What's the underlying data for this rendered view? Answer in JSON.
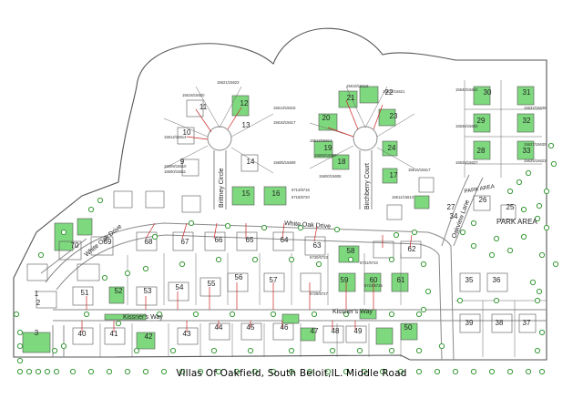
{
  "caption": "Villas Of Oakfield, South Beloit,IL.  Middle Road",
  "streets": {
    "white_oak_drive": "White Oak Drive",
    "kissners_way": "Kissner's Way",
    "brittney_circle": "Brittney Circle",
    "birchberry_court": "Birchberry Court",
    "park_area": "PARK AREA",
    "oakview_lane": "Oakview Lane",
    "white_oak_drive_west": "White Oak Drive"
  },
  "colors": {
    "boundary": "#555555",
    "road": "#8a8a8a",
    "lot_line": "#555555",
    "highlight_green": "#7ed87e",
    "tree": "#3a9a3a",
    "tree_fill": "#ffffff",
    "red_marker": "#cc2222"
  },
  "lot_numbers": {
    "cul1": [
      "11",
      "12",
      "10",
      "13",
      "9",
      "14",
      "15",
      "16"
    ],
    "cul2": [
      "21",
      "22",
      "20",
      "23",
      "19",
      "24",
      "18",
      "17"
    ],
    "east_row": [
      "31",
      "30",
      "29",
      "32",
      "28",
      "33"
    ],
    "west_upper": [
      "70",
      "69",
      "68",
      "67",
      "66",
      "65",
      "64",
      "63",
      "62"
    ],
    "mid_row": [
      "58",
      "57",
      "56",
      "55",
      "54",
      "53",
      "52",
      "51",
      "59",
      "60",
      "61"
    ],
    "south_row": [
      "1",
      "2",
      "3",
      "40",
      "41",
      "42",
      "43",
      "44",
      "45",
      "46",
      "47",
      "48",
      "49",
      "50"
    ],
    "far_east": [
      "35",
      "36",
      "37",
      "38",
      "39",
      "27",
      "26",
      "25",
      "34"
    ]
  },
  "address_labels": [
    "15621/15623",
    "15616/15620",
    "15612/15614",
    "15608/15610",
    "15600/15611",
    "15613/15615",
    "15616/15617",
    "15605/15609",
    "15622/15621",
    "15616/15618",
    "15612/15614",
    "15608/15610",
    "15600/15606",
    "15611/15613",
    "15615/15617",
    "15640/15642",
    "15636/15633",
    "15626/15627",
    "15632/15635",
    "15627/15630",
    "15625/15623",
    "6714/6716",
    "6718/6720",
    "6730/6733",
    "6729/6727",
    "6731/6733",
    "6723/6725",
    "6735/6737"
  ],
  "icons": [
    "tree-icon"
  ]
}
